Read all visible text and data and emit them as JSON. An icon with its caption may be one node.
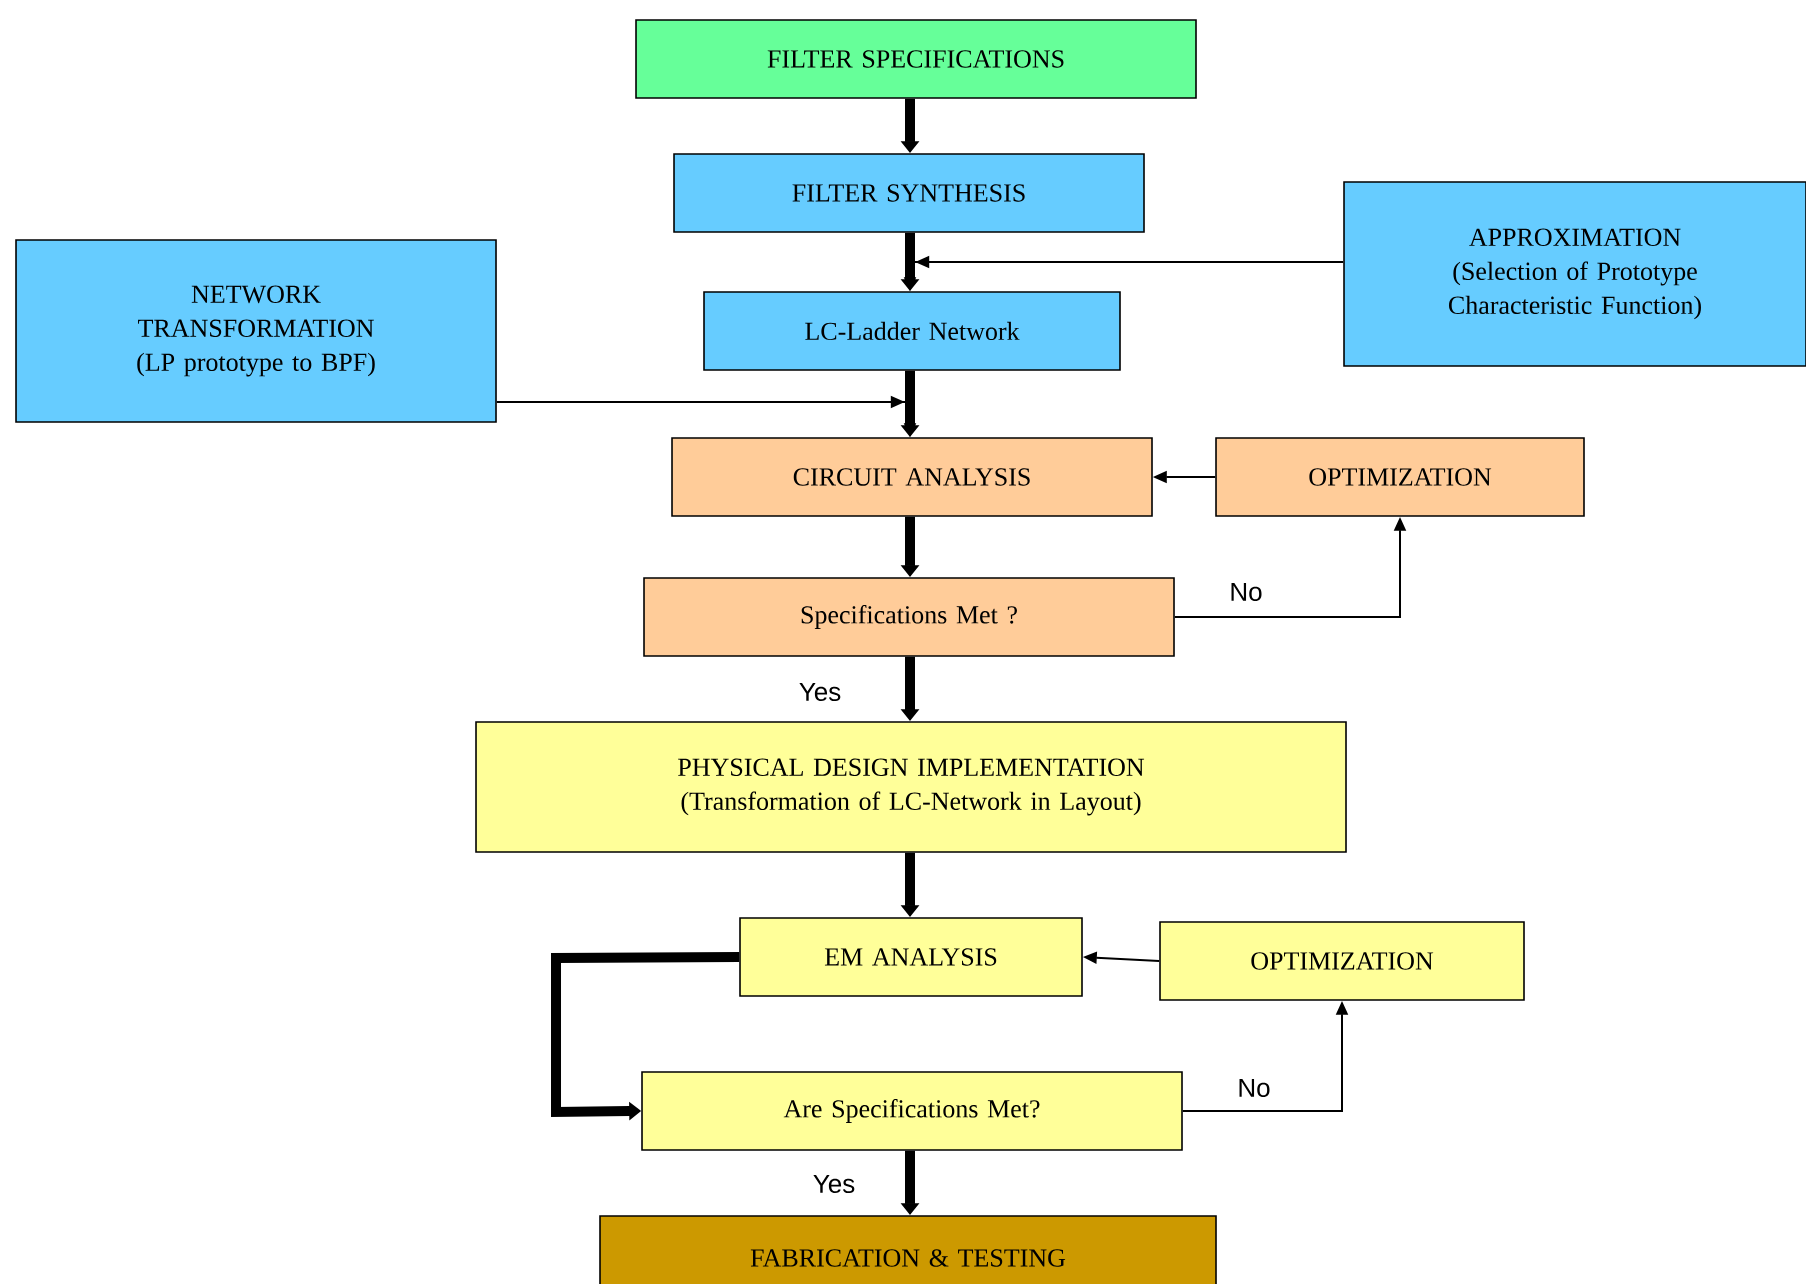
{
  "diagram": {
    "nodes": [
      {
        "text": [
          "FILTER SPECIFICATIONS"
        ]
      },
      {
        "text": [
          "FILTER SYNTHESIS"
        ]
      },
      {
        "text": [
          "APPROXIMATION",
          "(Selection of Prototype Characteristic Function)"
        ]
      },
      {
        "text": [
          "NETWORK TRANSFORMATION",
          "(LP prototype to BPF)"
        ]
      },
      {
        "text": [
          "LC-Ladder Network"
        ]
      },
      {
        "text": [
          "CIRCUIT ANALYSIS"
        ]
      },
      {
        "text": [
          "OPTIMIZATION"
        ]
      },
      {
        "text": [
          "Specifications Met ?"
        ]
      },
      {
        "text": [
          "PHYSICAL DESIGN IMPLEMENTATION",
          "(Transformation of LC-Network in Layout)"
        ]
      },
      {
        "text": [
          "EM ANALYSIS"
        ]
      },
      {
        "text": [
          "OPTIMIZATION"
        ]
      },
      {
        "text": [
          "Are Specifications Met?"
        ]
      },
      {
        "text": [
          "FABRICATION & TESTING"
        ]
      }
    ],
    "edges": [
      {
        "from": 0,
        "to": 1,
        "arrow": "to"
      },
      {
        "from": 1,
        "to": 4,
        "arrow": "to"
      },
      {
        "from": 2,
        "to": 4,
        "arrow": "to"
      },
      {
        "from": 3,
        "to": 5,
        "arrow": "to"
      },
      {
        "from": 4,
        "to": 5,
        "arrow": "to"
      },
      {
        "from": 5,
        "to": 7,
        "arrow": "to"
      },
      {
        "from": 7,
        "to": 6,
        "arrow": "to",
        "label": "No"
      },
      {
        "from": 6,
        "to": 5,
        "arrow": "to"
      },
      {
        "from": 7,
        "to": 8,
        "arrow": "to",
        "label": "Yes"
      },
      {
        "from": 8,
        "to": 9,
        "arrow": "to"
      },
      {
        "from": 9,
        "to": 11,
        "arrow": "to"
      },
      {
        "from": 11,
        "to": 10,
        "arrow": "to",
        "label": "No"
      },
      {
        "from": 10,
        "to": 9,
        "arrow": "to"
      },
      {
        "from": 11,
        "to": 12,
        "arrow": "to",
        "label": "Yes"
      }
    ]
  }
}
